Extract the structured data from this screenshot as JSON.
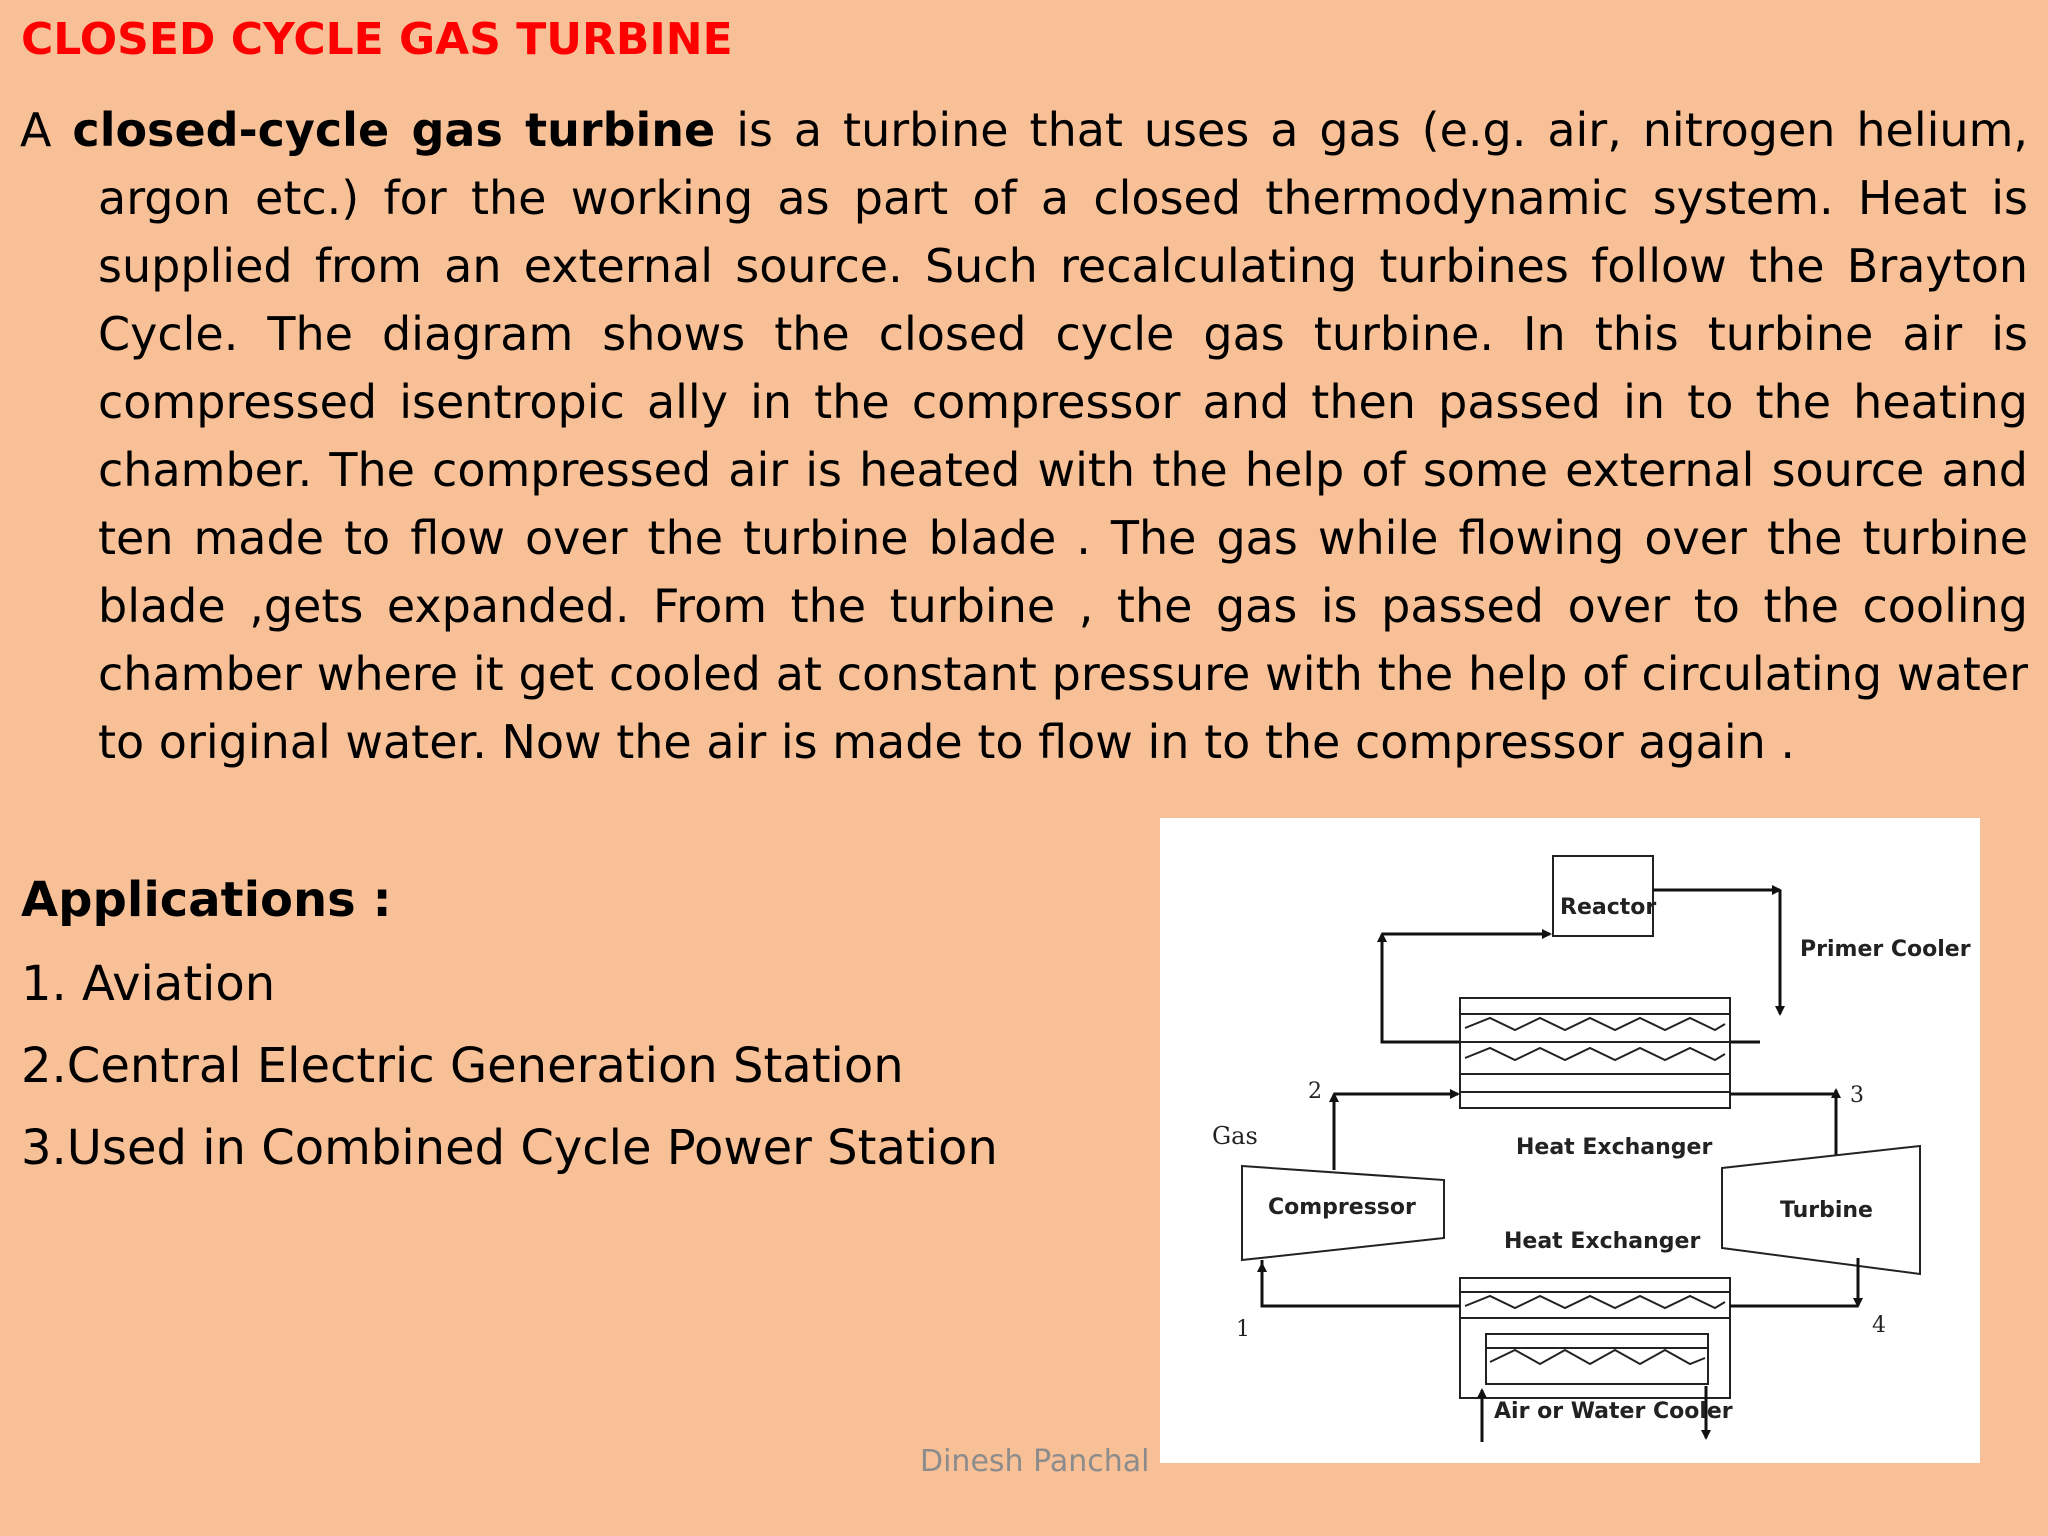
{
  "slide": {
    "title": "CLOSED CYCLE GAS TURBINE",
    "intro_prefix": "A ",
    "intro_bold": "closed-cycle gas turbine",
    "intro_rest": " is a turbine that uses a gas (e.g. air, nitrogen helium, argon etc.) for the working as part of a closed thermodynamic system. Heat is supplied from an external source.  Such recalculating turbines follow the Brayton Cycle. The diagram shows the closed cycle gas turbine. In this turbine air is compressed isentropic ally in the compressor and then passed in to the heating chamber. The compressed air is heated with the help of some external source and ten made to flow over the turbine blade . The gas while flowing over the turbine blade ,gets expanded. From the turbine , the gas is passed over to the cooling chamber where it get cooled at constant pressure with the help of circulating water   to original water. Now the air is made to flow in to the compressor again ."
  },
  "applications": {
    "heading": "Applications :",
    "items": [
      "1.  Aviation",
      "2.Central Electric Generation Station",
      "3.Used in Combined Cycle Power Station"
    ]
  },
  "diagram": {
    "reactor": "Reactor",
    "primer_cooler": "Primer Cooler",
    "heat_exchanger_top": "Heat Exchanger",
    "heat_exchanger_bottom": "Heat Exchanger",
    "compressor": "Compressor",
    "turbine": "Turbine",
    "gas": "Gas",
    "cooler": "Air or Water Cooler",
    "point1": "1",
    "point2": "2",
    "point3": "3",
    "point4": "4"
  },
  "footer": {
    "author": "Dinesh Panchal"
  },
  "colors": {
    "background": "#f8c096",
    "title": "#ff0000",
    "footer": "#8c8c8c"
  }
}
